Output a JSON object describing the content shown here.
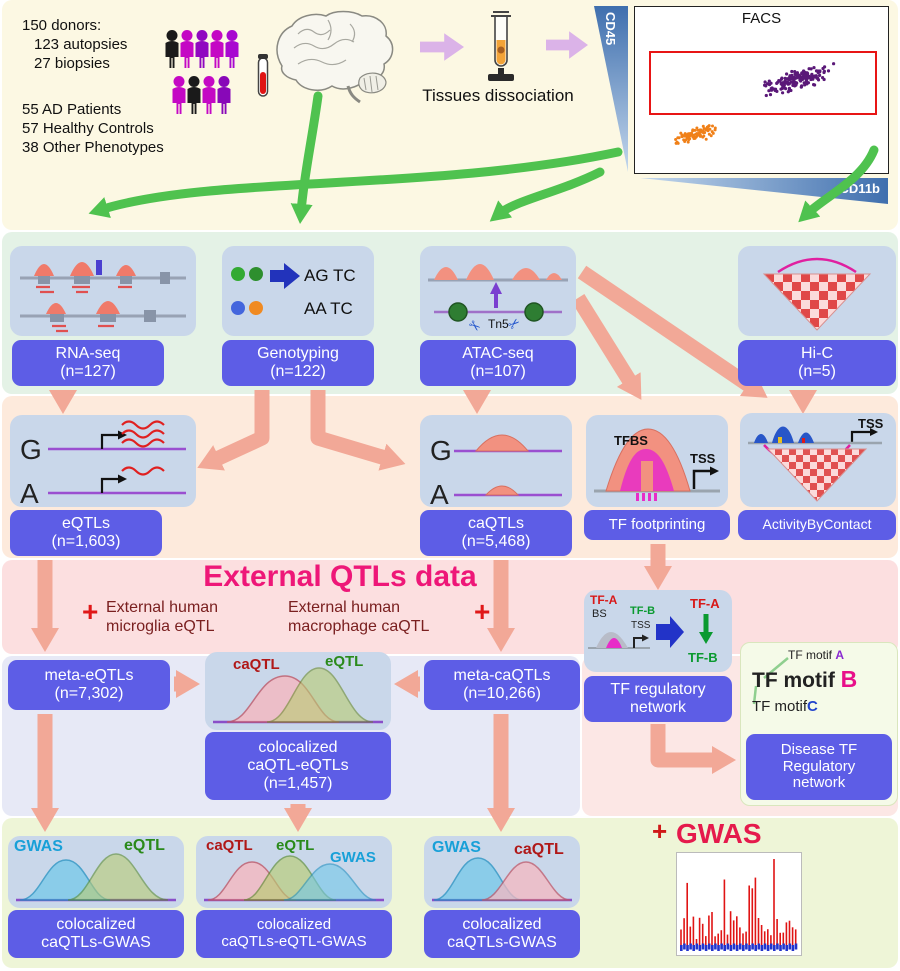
{
  "colors": {
    "pill_blue": "#5d5de6",
    "green_arrow": "#4fc24f",
    "salmon_arrow": "#f2a897",
    "magenta_title": "#ee1778",
    "plus_red": "#e01818",
    "gwas_cyan": "#18a0d8",
    "eqtl_green": "#2a8a1a",
    "caqtl_darkred": "#aa1515"
  },
  "top": {
    "donors_title": "150 donors:",
    "autopsies": "123 autopsies",
    "biopsies": "27 biopsies",
    "ad_patients": "55 AD Patients",
    "healthy_controls": "57 Healthy Controls",
    "other_phenotypes": "38 Other Phenotypes",
    "dissociation": "Tissues dissociation",
    "facs": {
      "title": "FACS",
      "y_label": "CD45",
      "x_label": "CD11b"
    }
  },
  "assays": {
    "rnaseq": {
      "label": "RNA-seq",
      "n": "(n=127)"
    },
    "genotyping": {
      "label": "Genotyping",
      "n": "(n=122)",
      "genotype1": "AG TC",
      "genotype2": "AA TC"
    },
    "atacseq": {
      "label": "ATAC-seq",
      "n": "(n=107)",
      "tn5": "Tn5"
    },
    "hic": {
      "label": "Hi-C",
      "n": "(n=5)"
    }
  },
  "qtls": {
    "eqtls": {
      "label": "eQTLs",
      "n": "(n=1,603)",
      "allele_g": "G",
      "allele_a": "A"
    },
    "caqtls": {
      "label": "caQTLs",
      "n": "(n=5,468)",
      "allele_g": "G",
      "allele_a": "A"
    },
    "tf_footprinting": {
      "label": "TF footprinting",
      "tfbs": "TFBS",
      "tss": "TSS"
    },
    "abc": {
      "label": "ActivityByContact",
      "tss": "TSS"
    }
  },
  "external": {
    "title": "External QTLs data",
    "plus": "+",
    "left_line1": "External human",
    "left_line2": "microglia eQTL",
    "right_line1": "External human",
    "right_line2": "macrophage caQTL"
  },
  "meta": {
    "eqtls": {
      "line1": "meta-eQTLs",
      "line2": "(n=7,302)"
    },
    "caqtls": {
      "line1": "meta-caQTLs",
      "line2": "(n=10,266)"
    },
    "coloc": {
      "caqtl": "caQTL",
      "eqtl": "eQTL",
      "line1": "colocalized",
      "line2": "caQTL-eQTLs",
      "line3": "(n=1,457)"
    }
  },
  "tf_network": {
    "tfa": "TF-A",
    "bs": "BS",
    "tfb": "TF-B",
    "tss": "TSS",
    "tfa2": "TF-A",
    "tfb2": "TF-B",
    "label_line1": "TF regulatory",
    "label_line2": "network"
  },
  "disease_tf": {
    "motif_a_prefix": "TF motif ",
    "motif_a_letter": "A",
    "motif_b_prefix": "TF motif ",
    "motif_b_letter": "B",
    "motif_c_prefix": "TF motif",
    "motif_c_letter": "C",
    "label_line1": "Disease TF",
    "label_line2": "Regulatory",
    "label_line3": "network"
  },
  "bottom": {
    "box1": {
      "gwas": "GWAS",
      "eqtl": "eQTL",
      "line1": "colocalized",
      "line2": "caQTLs-GWAS"
    },
    "box2": {
      "caqtl": "caQTL",
      "eqtl": "eQTL",
      "gwas": "GWAS",
      "line1": "colocalized",
      "line2": "caQTLs-eQTL-GWAS"
    },
    "box3": {
      "gwas": "GWAS",
      "caqtl": "caQTL",
      "line1": "colocalized",
      "line2": "caQTLs-GWAS"
    },
    "gwas_plus": "+",
    "gwas_label": "GWAS"
  }
}
